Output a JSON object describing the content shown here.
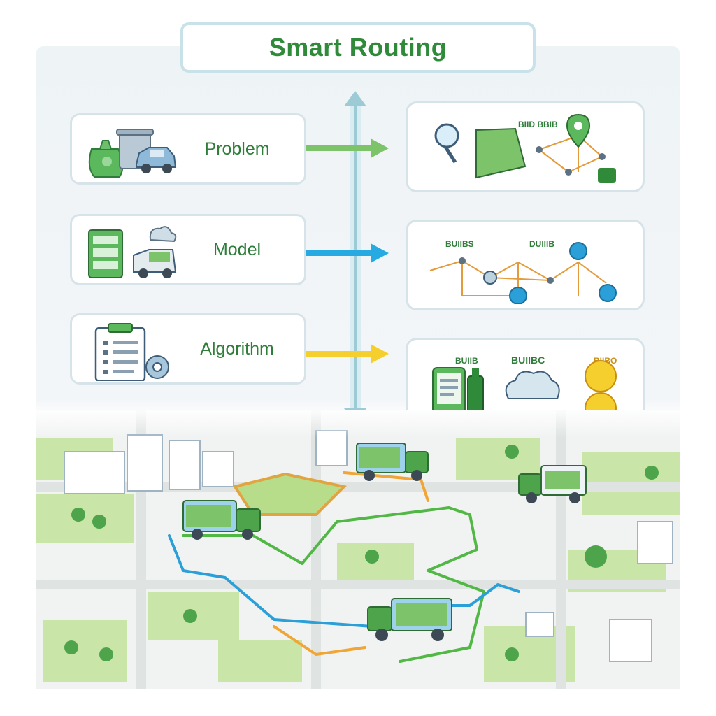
{
  "header": {
    "title": "Smart Routing"
  },
  "stages": [
    {
      "label": "Problem",
      "arrow_color": "#7cc36a"
    },
    {
      "label": "Model",
      "arrow_color": "#27a9e1"
    },
    {
      "label": "Algorithm",
      "arrow_color": "#f5cf2e"
    }
  ],
  "results": [
    {
      "labels": [
        "BIID BBIB"
      ]
    },
    {
      "labels": [
        "BUIIBS",
        "DUIIIB"
      ]
    },
    {
      "labels": [
        "BUIIB",
        "BUIIBC",
        "BIIBO"
      ]
    }
  ],
  "colors": {
    "brand_green": "#2f8a3a",
    "route_green": "#52b845",
    "route_blue": "#2b9fd8",
    "route_orange": "#f0a535",
    "axis": "#9ccbd6"
  },
  "icons": [
    "trash-bag-icon",
    "car-icon",
    "garbage-truck-icon",
    "server-icon",
    "cloud-icon",
    "clipboard-icon",
    "gear-icon",
    "map-pin-icon",
    "network-graph-icon",
    "magnifier-icon",
    "coin-icon",
    "phone-icon",
    "bottle-icon"
  ]
}
